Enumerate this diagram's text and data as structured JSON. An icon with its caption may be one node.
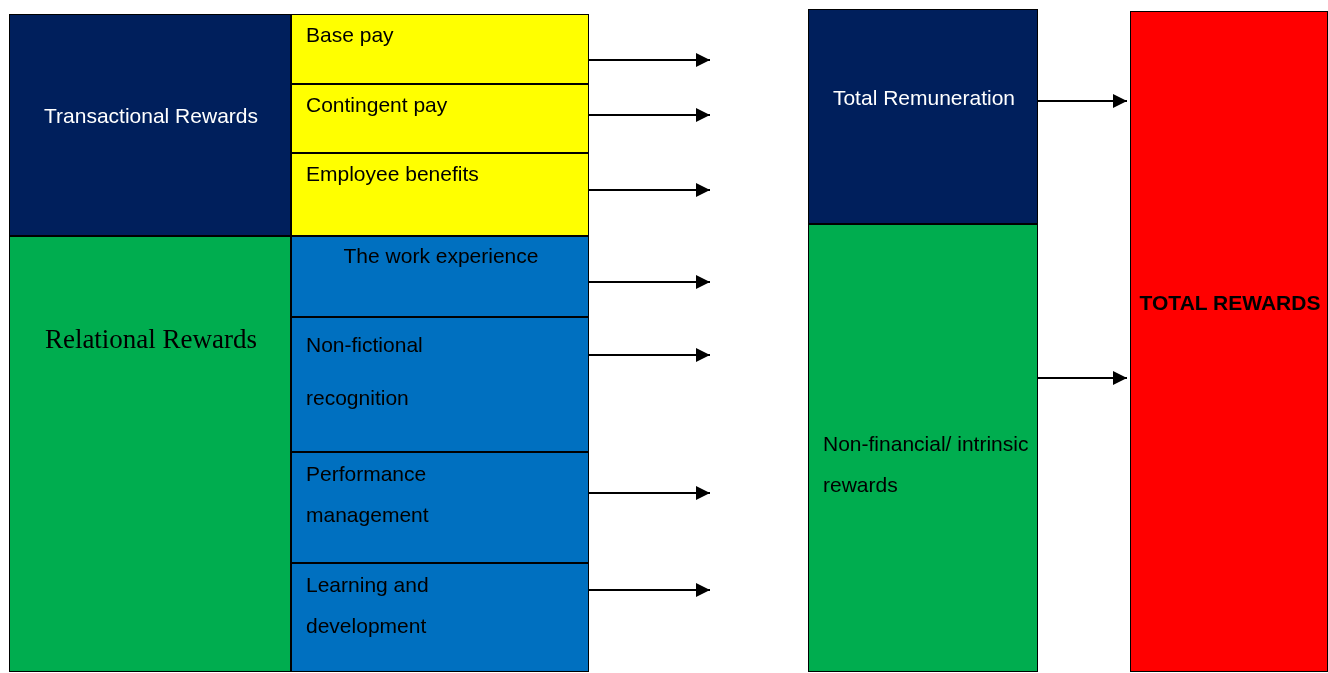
{
  "diagram": {
    "nodes": [
      {
        "text": [
          "Transactional Rewards"
        ]
      },
      {
        "text": [
          "Base pay"
        ]
      },
      {
        "text": [
          "Contingent pay"
        ]
      },
      {
        "text": [
          "Employee benefits"
        ]
      },
      {
        "text": [
          "Relational Rewards"
        ]
      },
      {
        "text": [
          "The work experience"
        ]
      },
      {
        "text": [
          "Non-fictional recognition"
        ]
      },
      {
        "text": [
          "Performance management"
        ]
      },
      {
        "text": [
          "Learning and development"
        ]
      },
      {
        "text": [
          "Total Remuneration"
        ]
      },
      {
        "text": [
          "Non-financial/ intrinsic rewards"
        ]
      },
      {
        "text": [
          "TOTAL REWARDS"
        ]
      }
    ],
    "edges": [
      {
        "from": 1,
        "to": null,
        "arrow": "to"
      },
      {
        "from": 2,
        "to": null,
        "arrow": "to"
      },
      {
        "from": 3,
        "to": null,
        "arrow": "to"
      },
      {
        "from": 5,
        "to": null,
        "arrow": "to"
      },
      {
        "from": 6,
        "to": null,
        "arrow": "to"
      },
      {
        "from": 7,
        "to": null,
        "arrow": "to"
      },
      {
        "from": 8,
        "to": null,
        "arrow": "to"
      },
      {
        "from": 9,
        "to": 11,
        "arrow": "to"
      },
      {
        "from": 10,
        "to": 11,
        "arrow": "to"
      }
    ]
  }
}
